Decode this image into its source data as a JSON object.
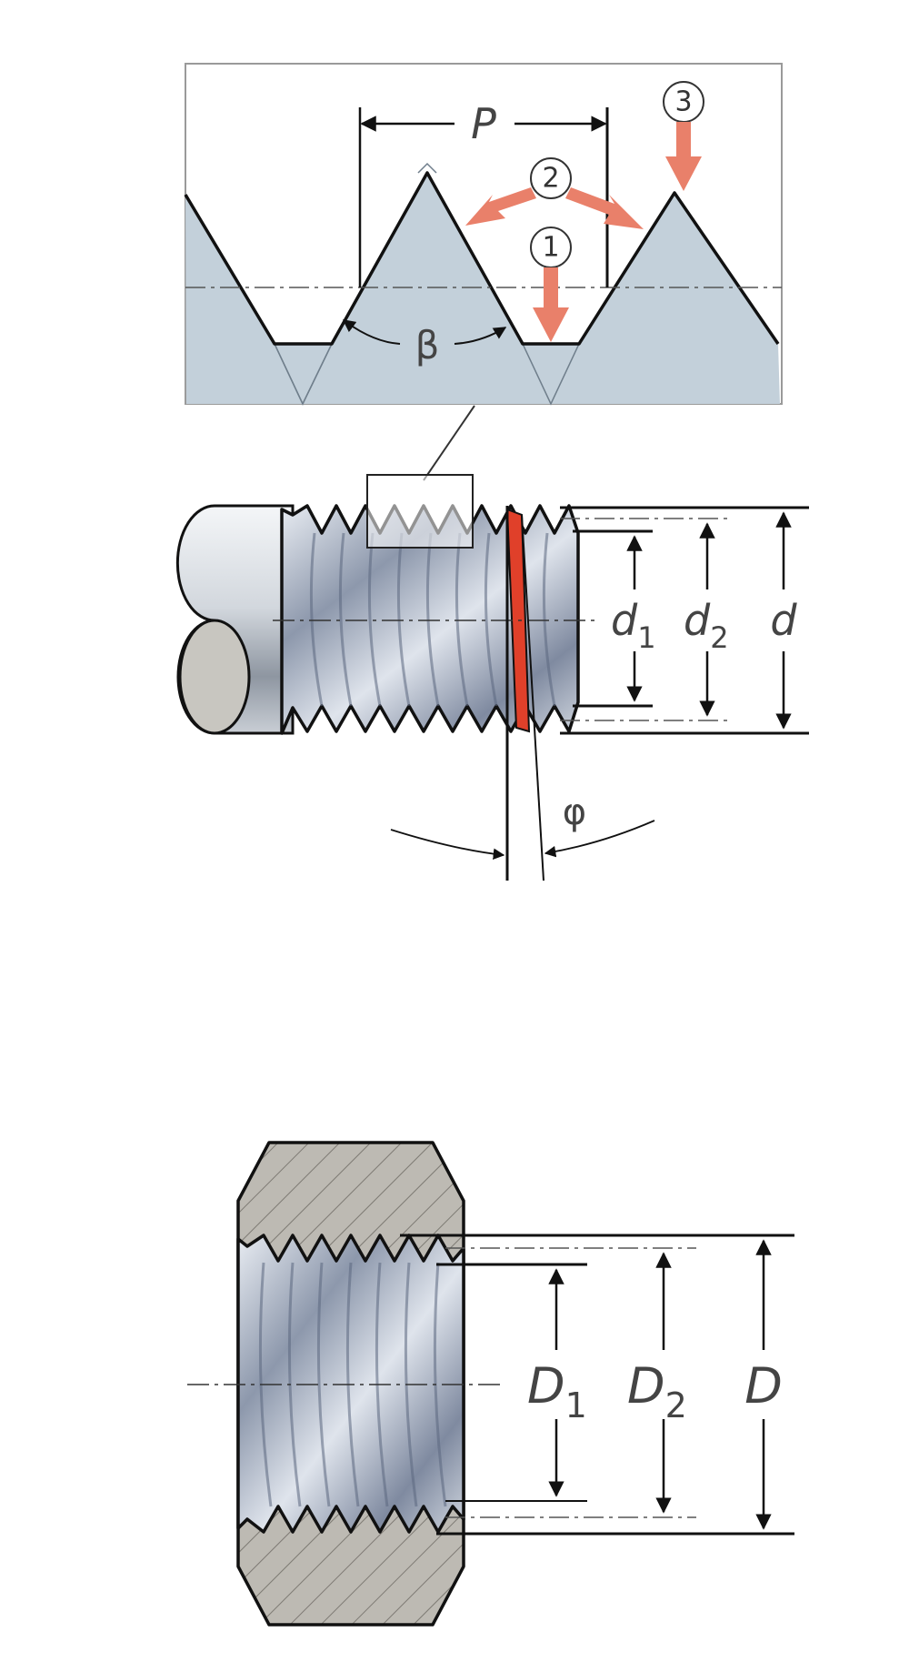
{
  "profile": {
    "pitch_label": "P",
    "angle_label": "β",
    "markers": [
      "1",
      "2",
      "3"
    ]
  },
  "bolt": {
    "minor_diameter_label": "d",
    "minor_diameter_sub": "1",
    "pitch_diameter_label": "d",
    "pitch_diameter_sub": "2",
    "major_diameter_label": "d",
    "lead_angle_label": "φ"
  },
  "nut": {
    "minor_diameter_label": "D",
    "minor_diameter_sub": "1",
    "pitch_diameter_label": "D",
    "pitch_diameter_sub": "2",
    "major_diameter_label": "D"
  },
  "colors": {
    "profile_fill": "#c3d0da",
    "arrow": "#e9806a",
    "lead_wedge": "#e0402a",
    "nut_body": "#bdbab3",
    "thread_steel": "#aab3c4"
  }
}
